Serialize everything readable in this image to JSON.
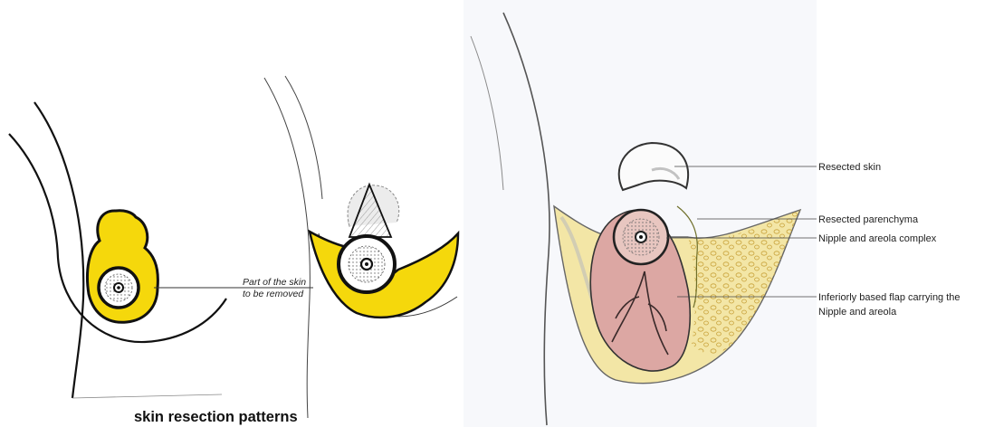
{
  "left_panel": {
    "annotation_line1": "Part of the skin",
    "annotation_line2": "to be removed",
    "caption": "skin resection patterns"
  },
  "right_panel": {
    "labels": [
      "Resected skin",
      "Resected parenchyma",
      "Nipple and areola complex",
      "Inferiorly based flap carrying the",
      "Nipple and areola"
    ]
  },
  "colors": {
    "fat_yellow": "#f5d80c",
    "ink": "#111111",
    "flap_pink": "#dca7a3",
    "fat_pale": "#f3e6a6",
    "paper": "#f7f8fb"
  }
}
